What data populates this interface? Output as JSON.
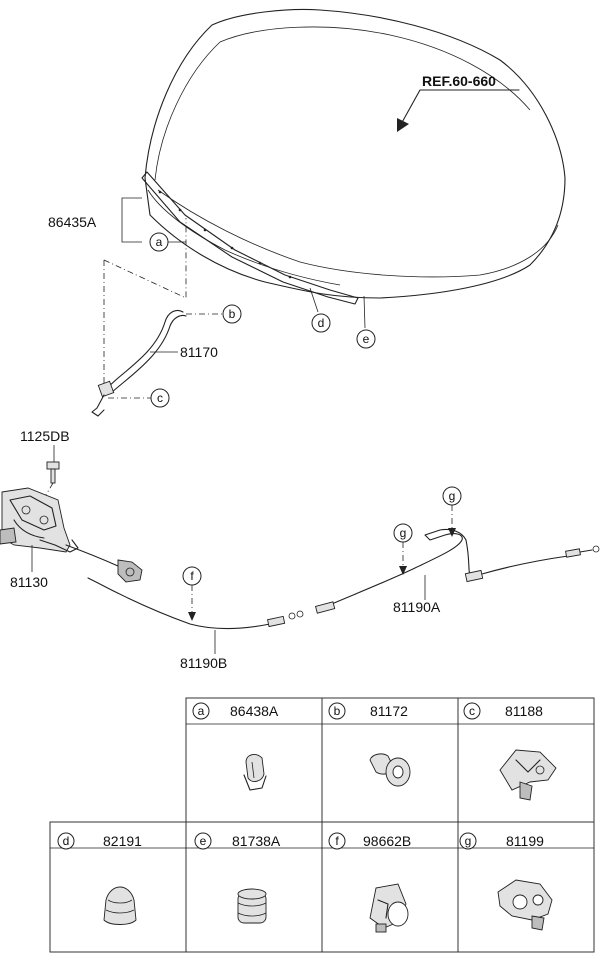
{
  "diagram": {
    "ref_label": "REF.60-660",
    "labels": {
      "hood_seal": "86435A",
      "release_cable": "81170",
      "bolt": "1125DB",
      "latch": "81130",
      "cable_b": "81190B",
      "cable_a": "81190A"
    },
    "callouts": {
      "a": "a",
      "b": "b",
      "c": "c",
      "d": "d",
      "e": "e",
      "f": "f",
      "g": "g"
    }
  },
  "legend": {
    "items": [
      {
        "key": "a",
        "part": "86438A",
        "icon": "clip-icon"
      },
      {
        "key": "b",
        "part": "81172",
        "icon": "grommet-icon"
      },
      {
        "key": "c",
        "part": "81188",
        "icon": "bracket-clip-icon"
      },
      {
        "key": "d",
        "part": "82191",
        "icon": "bumper-icon"
      },
      {
        "key": "e",
        "part": "81738A",
        "icon": "stopper-icon"
      },
      {
        "key": "f",
        "part": "98662B",
        "icon": "hose-clip-icon"
      },
      {
        "key": "g",
        "part": "81199",
        "icon": "cable-clip-icon"
      }
    ]
  }
}
